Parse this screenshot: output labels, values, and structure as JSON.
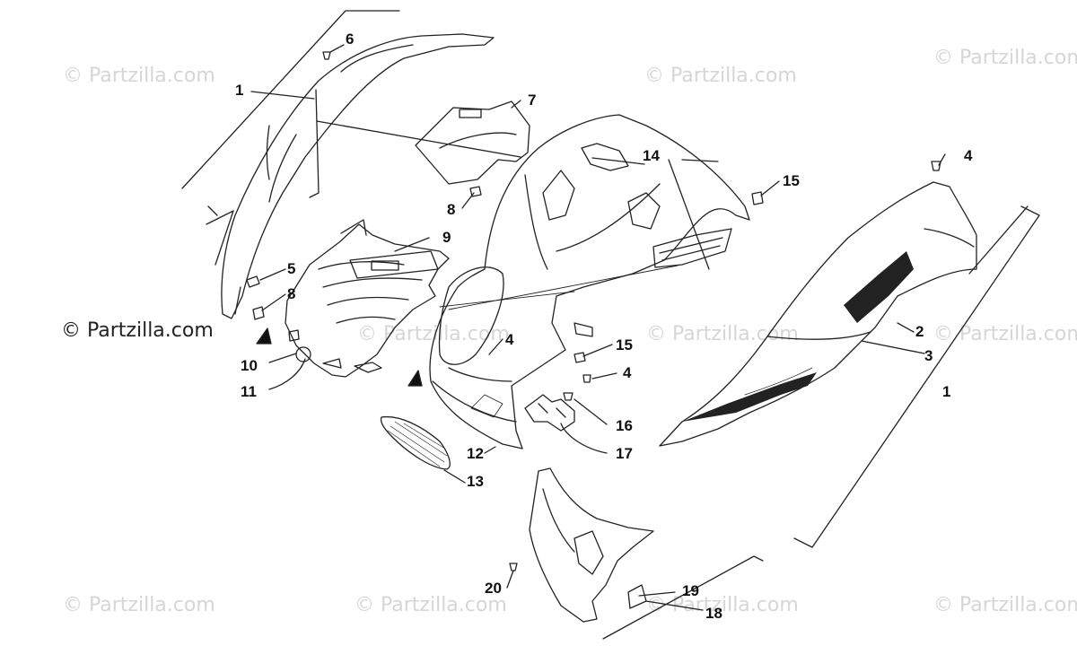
{
  "watermark": {
    "text": "© Partzilla.com",
    "main_text": "© Partzilla.com"
  },
  "callouts": [
    {
      "id": "c1a",
      "label": "1"
    },
    {
      "id": "c6",
      "label": "6"
    },
    {
      "id": "c7",
      "label": "7"
    },
    {
      "id": "c14",
      "label": "14"
    },
    {
      "id": "c4a",
      "label": "4"
    },
    {
      "id": "c15a",
      "label": "15"
    },
    {
      "id": "c8a",
      "label": "8"
    },
    {
      "id": "c9",
      "label": "9"
    },
    {
      "id": "c5",
      "label": "5"
    },
    {
      "id": "c8b",
      "label": "8"
    },
    {
      "id": "c2",
      "label": "2"
    },
    {
      "id": "c3",
      "label": "3"
    },
    {
      "id": "c4b",
      "label": "4"
    },
    {
      "id": "c15b",
      "label": "15"
    },
    {
      "id": "c4c",
      "label": "4"
    },
    {
      "id": "c10",
      "label": "10"
    },
    {
      "id": "c11",
      "label": "11"
    },
    {
      "id": "c1b",
      "label": "1"
    },
    {
      "id": "c16",
      "label": "16"
    },
    {
      "id": "c17",
      "label": "17"
    },
    {
      "id": "c12",
      "label": "12"
    },
    {
      "id": "c13",
      "label": "13"
    },
    {
      "id": "c20",
      "label": "20"
    },
    {
      "id": "c19",
      "label": "19"
    },
    {
      "id": "c18",
      "label": "18"
    }
  ]
}
